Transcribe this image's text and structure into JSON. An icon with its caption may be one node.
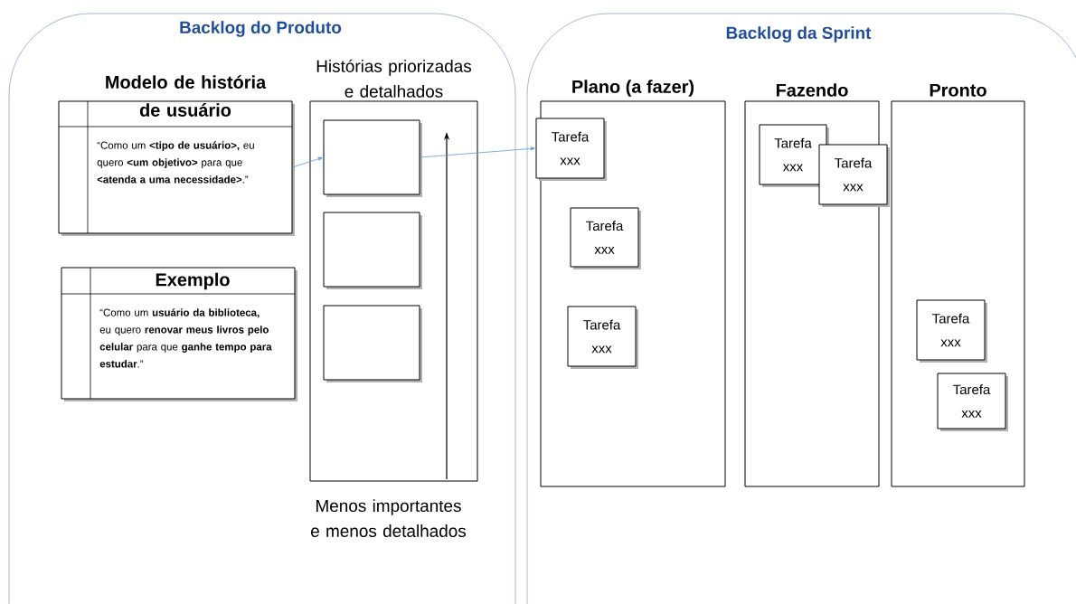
{
  "diagram": {
    "nodes": [
      {
        "text": [
          "Backlog do Produto"
        ]
      },
      {
        "text": [
          "Modelo de história de usuário",
          "“Como um **<tipo de usuário>,** eu quero **<um objetivo>** para que **<atenda a uma necessidade>**.”"
        ],
        "in": 0
      },
      {
        "text": [
          "Exemplo",
          "“Como um **usuário da biblioteca,** eu quero **renovar meus livros pelo celular** para que **ganhe tempo para estudar**.”"
        ],
        "in": 0
      },
      {
        "text": [
          "Histórias priorizadas e detalhados"
        ],
        "beside": [
          "Menos importantes e menos detalhados"
        ],
        "in": 0
      },
      {
        "text": [],
        "shape": "box",
        "in": 3
      },
      {
        "text": [],
        "shape": "box",
        "in": 3
      },
      {
        "text": [],
        "shape": "box",
        "in": 3
      },
      {
        "text": [
          "Backlog da Sprint"
        ]
      },
      {
        "text": [
          "Plano (a fazer)"
        ],
        "in": 7
      },
      {
        "text": [
          "Tarefa xxx"
        ],
        "in": 8
      },
      {
        "text": [
          "Tarefa xxx"
        ],
        "in": 8
      },
      {
        "text": [
          "Tarefa xxx"
        ],
        "in": 8
      },
      {
        "text": [
          "Fazendo"
        ],
        "in": 7
      },
      {
        "text": [
          "Tarefa xxx"
        ],
        "in": 12
      },
      {
        "text": [
          "Tarefa xxx"
        ],
        "in": 12
      },
      {
        "text": [
          "Pronto"
        ],
        "in": 7
      },
      {
        "text": [
          "Tarefa xxx"
        ],
        "in": 15
      },
      {
        "text": [
          "Tarefa xxx"
        ],
        "in": 15
      }
    ],
    "edges": [
      {
        "from": 1,
        "to": 4,
        "arrow": "to"
      },
      {
        "from": 4,
        "to": 9,
        "arrow": "to"
      }
    ]
  }
}
